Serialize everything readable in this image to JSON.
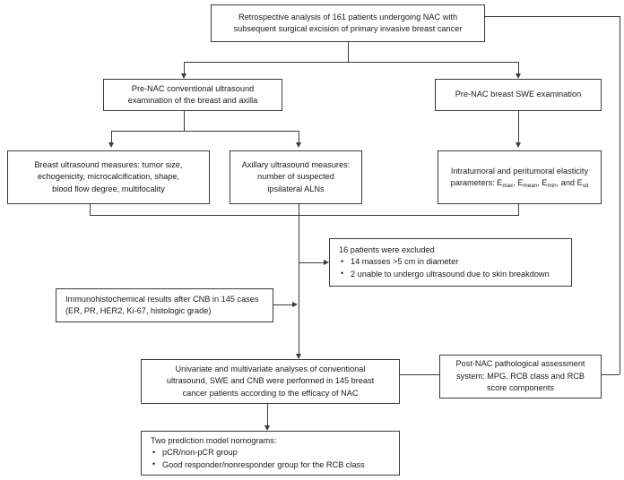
{
  "diagram": {
    "title": "NAC breast cancer study flowchart",
    "line_color": "#3a3a3a",
    "box_fill": "#ffffff",
    "text_color": "#1a1a1a"
  },
  "boxes": {
    "cohort": {
      "line1": "Retrospective analysis of 161 patients undergoing NAC with",
      "line2": "subsequent surgical excision of primary invasive breast cancer"
    },
    "pre_nac_us": {
      "line1": "Pre-NAC conventional ultrasound",
      "line2": "examination of the breast and axilla"
    },
    "pre_nac_swe": {
      "line1": "Pre-NAC breast SWE examination"
    },
    "breast_us_measures": {
      "line1": "Breast ultrasound measures: tumor size,",
      "line2": "echogenicity, microcalcification, shape,",
      "line3": "blood flow degree, multifocality"
    },
    "axillary_us_measures": {
      "line1": "Axillary ultrasound measures:",
      "line2": "number of suspected",
      "line3": "ipsilateral ALNs"
    },
    "elasticity": {
      "line1": "Intratumoral and peritumoral elasticity",
      "line2_pre": "parameters: E",
      "sub1": "max",
      "sep1": ", E",
      "sub2": "mean",
      "sep2": ", E",
      "sub3": "min",
      "sep3": ", and E",
      "sub4": "sd"
    },
    "excluded": {
      "header": "16 patients were excluded",
      "items": [
        "14 masses >5 cm in diameter",
        "2 unable to undergo ultrasound due to skin breakdown"
      ]
    },
    "ihc": {
      "line1": "Immunohistochemical results after CNB in 145 cases",
      "line2": "(ER, PR, HER2, Ki-67, histologic grade)"
    },
    "analyses": {
      "line1": "Univariate and multivariate analyses of conventional",
      "line2": "ultrasound, SWE and CNB were performed in 145 breast",
      "line3": "cancer patients according to the efficacy of NAC"
    },
    "post_nac": {
      "line1": "Post-NAC pathological assessment",
      "line2": "system: MPG, RCB class and RCB",
      "line3": "score components"
    },
    "nomograms": {
      "header": "Two prediction model nomograms:",
      "items": [
        "pCR/non-pCR group",
        "Good responder/nonresponder group for the RCB class"
      ]
    }
  }
}
